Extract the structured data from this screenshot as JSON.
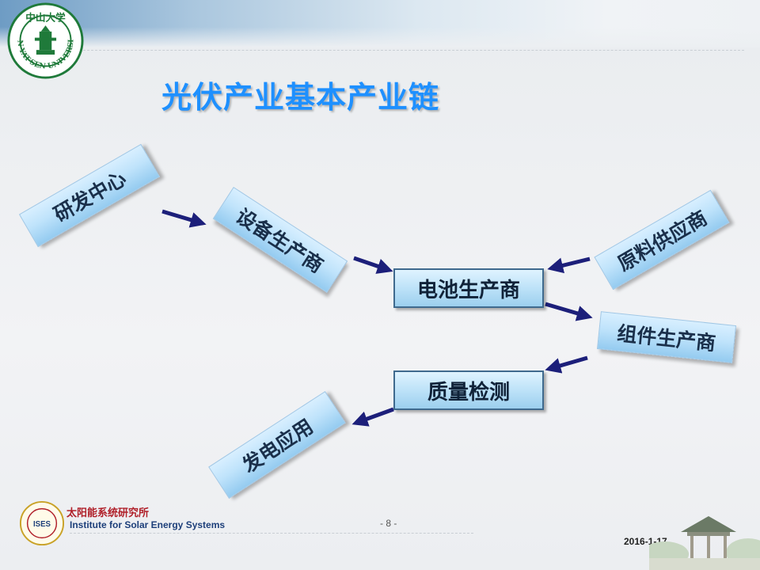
{
  "header": {
    "logo_text_top": "中山大学",
    "logo_text_ring": "SUN YAT-SEN UNIVERSITY"
  },
  "title": "光伏产业基本产业链",
  "nodes": {
    "rd_center": "研发中心",
    "equipment_maker": "设备生产商",
    "raw_material_supplier": "原料供应商",
    "cell_maker": "电池生产商",
    "module_maker": "组件生产商",
    "quality_inspection": "质量检测",
    "power_application": "发电应用"
  },
  "footer": {
    "institute_cn": "太阳能系统研究所",
    "institute_en": "Institute for Solar Energy Systems",
    "logo_abbr": "ISES",
    "page_number": "- 8 -",
    "date": "2016-1-17"
  },
  "colors": {
    "title": "#1e90ff",
    "arrow": "#1c1f7a",
    "node_fill": "#bfe3fb",
    "node_border": "#3f6a8e",
    "logo_green": "#1f7a3a",
    "institute_cn": "#b0202a",
    "institute_en": "#1d3f7a"
  }
}
